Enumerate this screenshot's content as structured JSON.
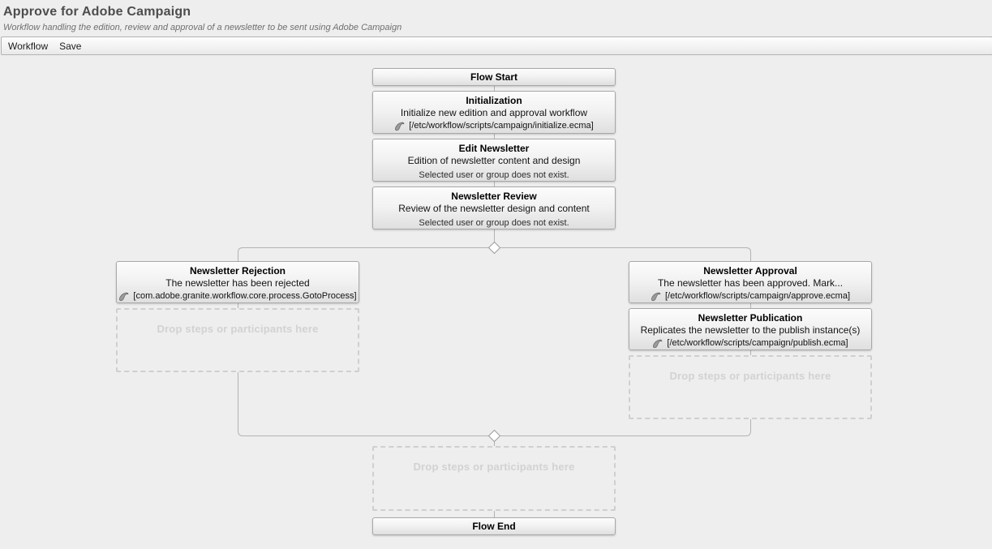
{
  "page": {
    "title": "Approve for Adobe Campaign",
    "subtitle": "Workflow handling the edition, review and approval of a newsletter to be sent using Adobe Campaign"
  },
  "toolbar": {
    "workflow_label": "Workflow",
    "save_label": "Save"
  },
  "diagram": {
    "drop_zone_label": "Drop steps or participants here",
    "nodes": [
      {
        "id": "flow-start",
        "type": "terminal",
        "title": "Flow Start"
      },
      {
        "id": "initialization",
        "type": "step",
        "title": "Initialization",
        "description": "Initialize new edition and approval workflow",
        "script": "[/etc/workflow/scripts/campaign/initialize.ecma]",
        "icon": "script-icon"
      },
      {
        "id": "edit-newsletter",
        "type": "step",
        "title": "Edit Newsletter",
        "description": "Edition of newsletter content and design",
        "status": "Selected user or group does not exist."
      },
      {
        "id": "newsletter-review",
        "type": "step",
        "title": "Newsletter Review",
        "description": "Review of the newsletter design and content",
        "status": "Selected user or group does not exist."
      },
      {
        "id": "newsletter-rejection",
        "type": "step",
        "title": "Newsletter Rejection",
        "description": "The newsletter has been rejected",
        "script": "[com.adobe.granite.workflow.core.process.GotoProcess]",
        "icon": "script-icon"
      },
      {
        "id": "newsletter-approval",
        "type": "step",
        "title": "Newsletter Approval",
        "description": "The newsletter has been approved. Mark...",
        "script": "[/etc/workflow/scripts/campaign/approve.ecma]",
        "icon": "script-icon"
      },
      {
        "id": "newsletter-publication",
        "type": "step",
        "title": "Newsletter Publication",
        "description": "Replicates the newsletter to the publish instance(s)",
        "script": "[/etc/workflow/scripts/campaign/publish.ecma]",
        "icon": "script-icon"
      },
      {
        "id": "flow-end",
        "type": "terminal",
        "title": "Flow End"
      }
    ]
  },
  "colors": {
    "background": "#eeeeee",
    "node_border": "#a8a8a8",
    "connector": "#b3b3b3",
    "drop_zone_text": "#d2d2d2",
    "heading_text": "#4d4d4d"
  }
}
